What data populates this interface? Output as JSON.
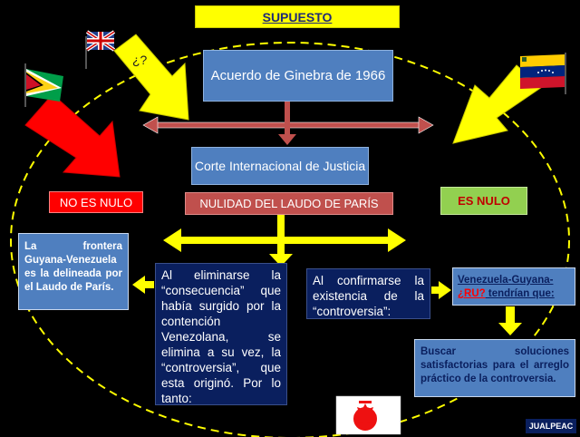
{
  "title": "SUPUESTO",
  "acuerdo": "Acuerdo de Ginebra de 1966",
  "corte": "Corte Internacional de Justicia",
  "nulidad": "NULIDAD DEL LAUDO DE PARÍS",
  "no_es_nulo": "NO ES NULO",
  "es_nulo": "ES NULO",
  "question_mark": "¿?",
  "frontera": "La frontera Guyana-Venezuela es la delineada por el Laudo de París.",
  "eliminarse": "Al eliminarse la “consecuencia” que había surgido por la contención Venezolana, se elimina a su vez, la “controversia”, que esta originó. Por lo tanto:",
  "confirmarse": "Al confirmarse la existencia de la “controversia”:",
  "venezuela_guyana": {
    "part1": "Venezuela-Guyana-",
    "part2": "¿RU?",
    "part3": " tendrían que:"
  },
  "buscar": "Buscar soluciones satisfactorias para el arreglo práctico de la controversia.",
  "author": "JUALPEAC",
  "colors": {
    "background": "#000000",
    "title_fill": "#ffff00",
    "blue_box": "#4f7fbf",
    "nulidad_fill": "#c0504d",
    "no_es_nulo_fill": "#ff0000",
    "es_nulo_fill": "#92d050",
    "navy_box": "#0a1f5e",
    "yellow_arrow": "#ffff00",
    "red_arrow": "#ff0000",
    "dashed_ellipse": "#ffff00"
  },
  "icons": [
    "uk-flag-icon",
    "guyana-flag-icon",
    "venezuela-flag-icon",
    "red-seal-icon"
  ]
}
